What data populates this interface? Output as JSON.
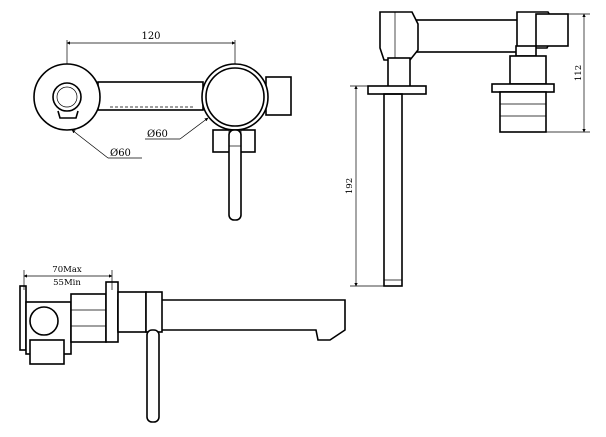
{
  "dimensions": {
    "center_distance": "120",
    "diameter_left": "Ø60",
    "diameter_right": "Ø60",
    "spout_height": "192",
    "body_height": "112",
    "wall_max": "70Max",
    "wall_min": "55Min"
  }
}
